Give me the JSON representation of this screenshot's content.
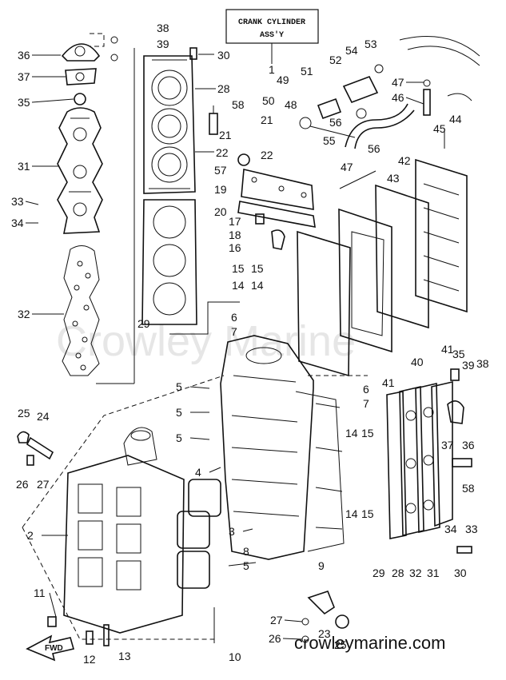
{
  "diagram": {
    "title_lines": [
      "CRANK CYLINDER",
      "ASS'Y"
    ],
    "title_ref": "1",
    "watermark": "Crowley Marine",
    "site": "crowleymarine.com",
    "fwd_label": "FWD",
    "callouts": [
      "38",
      "39",
      "36",
      "37",
      "35",
      "30",
      "28",
      "58",
      "21",
      "22",
      "57",
      "31",
      "33",
      "34",
      "32",
      "29",
      "19",
      "20",
      "17",
      "18",
      "16",
      "15",
      "15",
      "14",
      "14",
      "6",
      "7",
      "5",
      "5",
      "5",
      "4",
      "3",
      "8",
      "5",
      "9",
      "2",
      "25",
      "24",
      "26",
      "27",
      "11",
      "12",
      "13",
      "10",
      "27",
      "26",
      "23",
      "25",
      "21",
      "22",
      "50",
      "49",
      "48",
      "51",
      "52",
      "54",
      "53",
      "47",
      "46",
      "56",
      "55",
      "56",
      "45",
      "44",
      "42",
      "43",
      "47",
      "40",
      "41",
      "41",
      "6",
      "7",
      "14",
      "15",
      "14",
      "15",
      "35",
      "39",
      "38",
      "37",
      "36",
      "58",
      "34",
      "33",
      "29",
      "28",
      "32",
      "31",
      "30"
    ]
  }
}
